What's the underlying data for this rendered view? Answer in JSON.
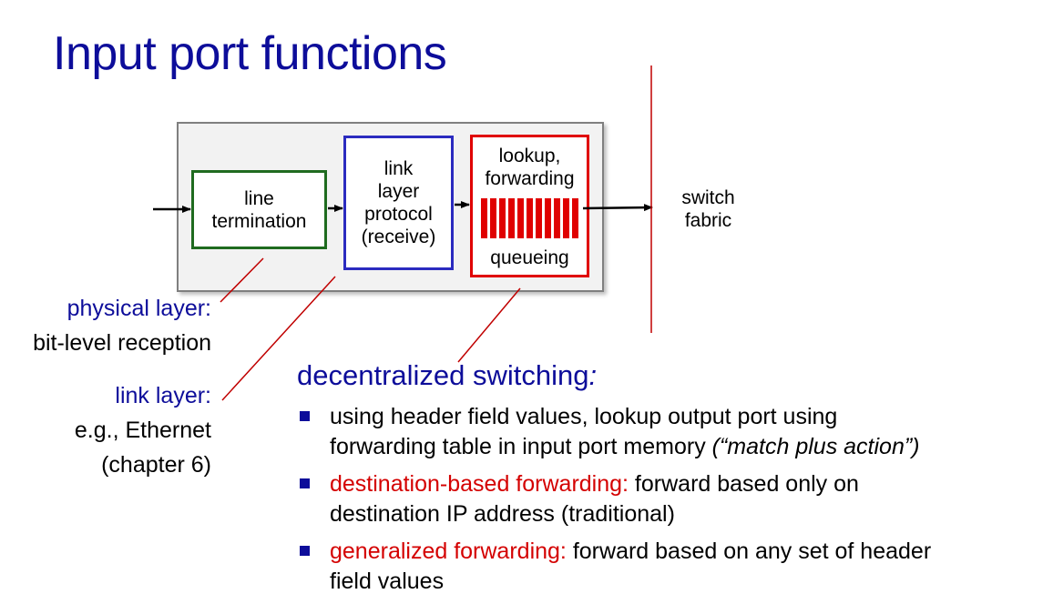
{
  "title": "Input port functions",
  "diagram": {
    "box_line": [
      "line",
      "termination"
    ],
    "box_link": [
      "link",
      "layer",
      "protocol",
      "(receive)"
    ],
    "box_lookup_top": [
      "lookup,",
      "forwarding"
    ],
    "box_lookup_bottom": "queueing",
    "queue_bar_count": 11,
    "fabric": [
      "switch",
      "fabric"
    ]
  },
  "callouts": {
    "physical_title": "physical layer:",
    "physical_desc": "bit-level reception",
    "link_title": "link layer:",
    "link_desc": [
      "e.g., Ethernet",
      "(chapter 6)"
    ]
  },
  "decentralized": {
    "heading": "decentralized switching",
    "colon": ":",
    "bullets": [
      {
        "lead": "",
        "text1": "using header field values, lookup output port using",
        "text2": "forwarding table in input port memory ",
        "italic": "(“match plus action”)"
      },
      {
        "lead": "destination-based forwarding:",
        "text1": " forward based only on",
        "text2": "destination IP address (traditional)",
        "italic": ""
      },
      {
        "lead": "generalized forwarding:",
        "text1": " forward based on any set of header",
        "text2": "field values",
        "italic": ""
      }
    ]
  },
  "colors": {
    "title_blue": "#0d0d9a",
    "accent_red": "#e00000",
    "green": "#1f6b1f",
    "box_blue": "#2b2bbf"
  }
}
